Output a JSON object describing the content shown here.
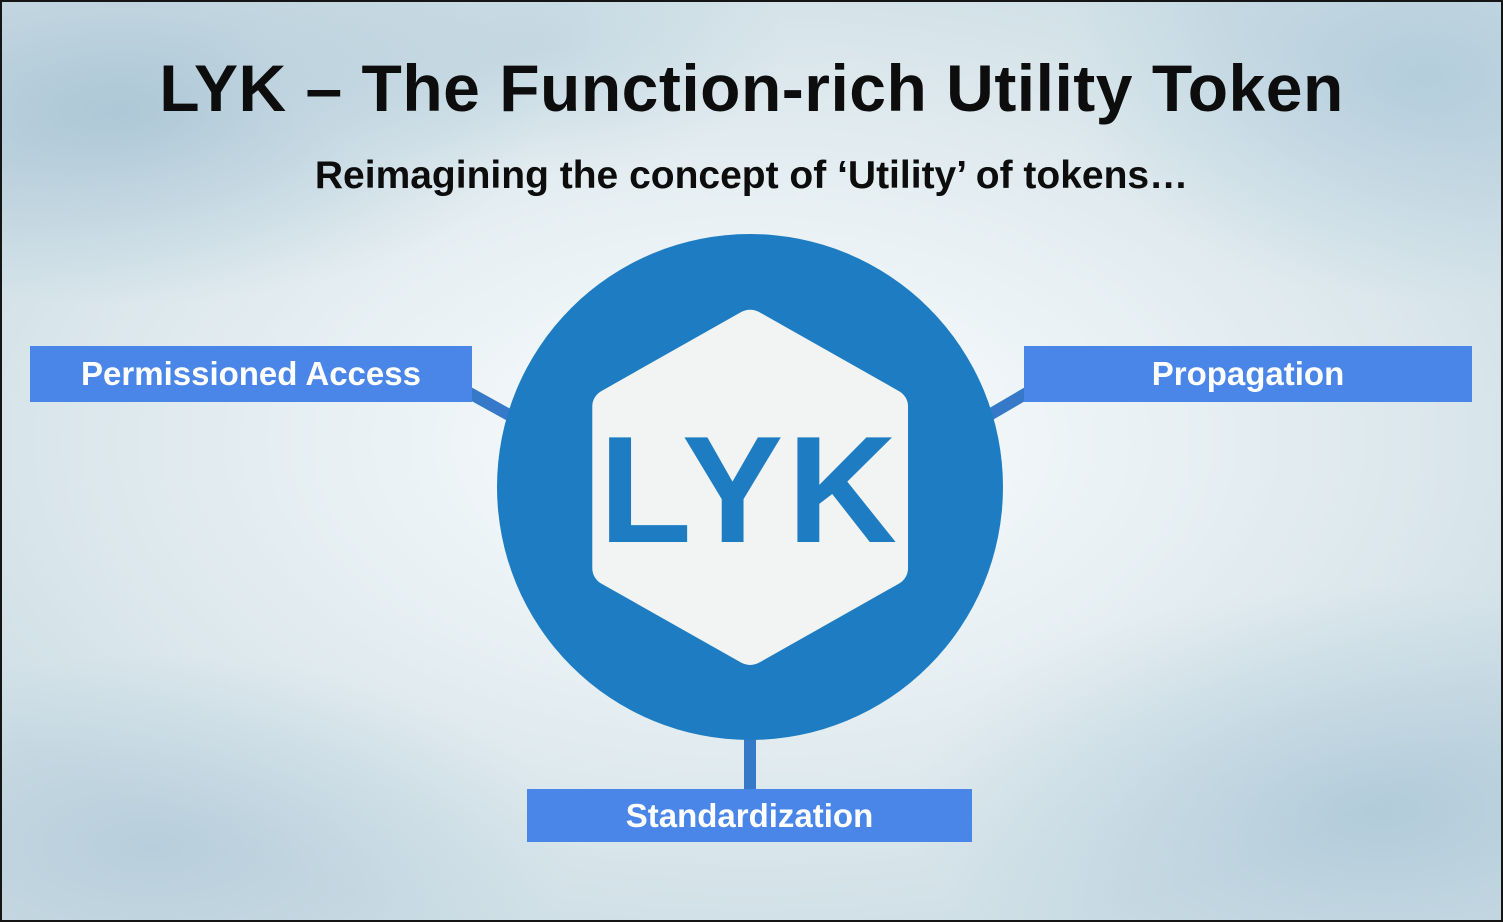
{
  "slide": {
    "title": "LYK – The Function-rich Utility Token",
    "subtitle": "Reimagining the concept of ‘Utility’ of tokens…"
  },
  "token": {
    "label": "LYK"
  },
  "nodes": [
    {
      "id": "permissioned-access",
      "label": "Permissioned Access"
    },
    {
      "id": "propagation",
      "label": "Propagation"
    },
    {
      "id": "standardization",
      "label": "Standardization"
    }
  ],
  "colors": {
    "circle_blue": "#1e7dc2",
    "label_blue": "#4a86e8",
    "connector_blue": "#3579c8",
    "hexagon_fill": "#f2f4f3"
  }
}
